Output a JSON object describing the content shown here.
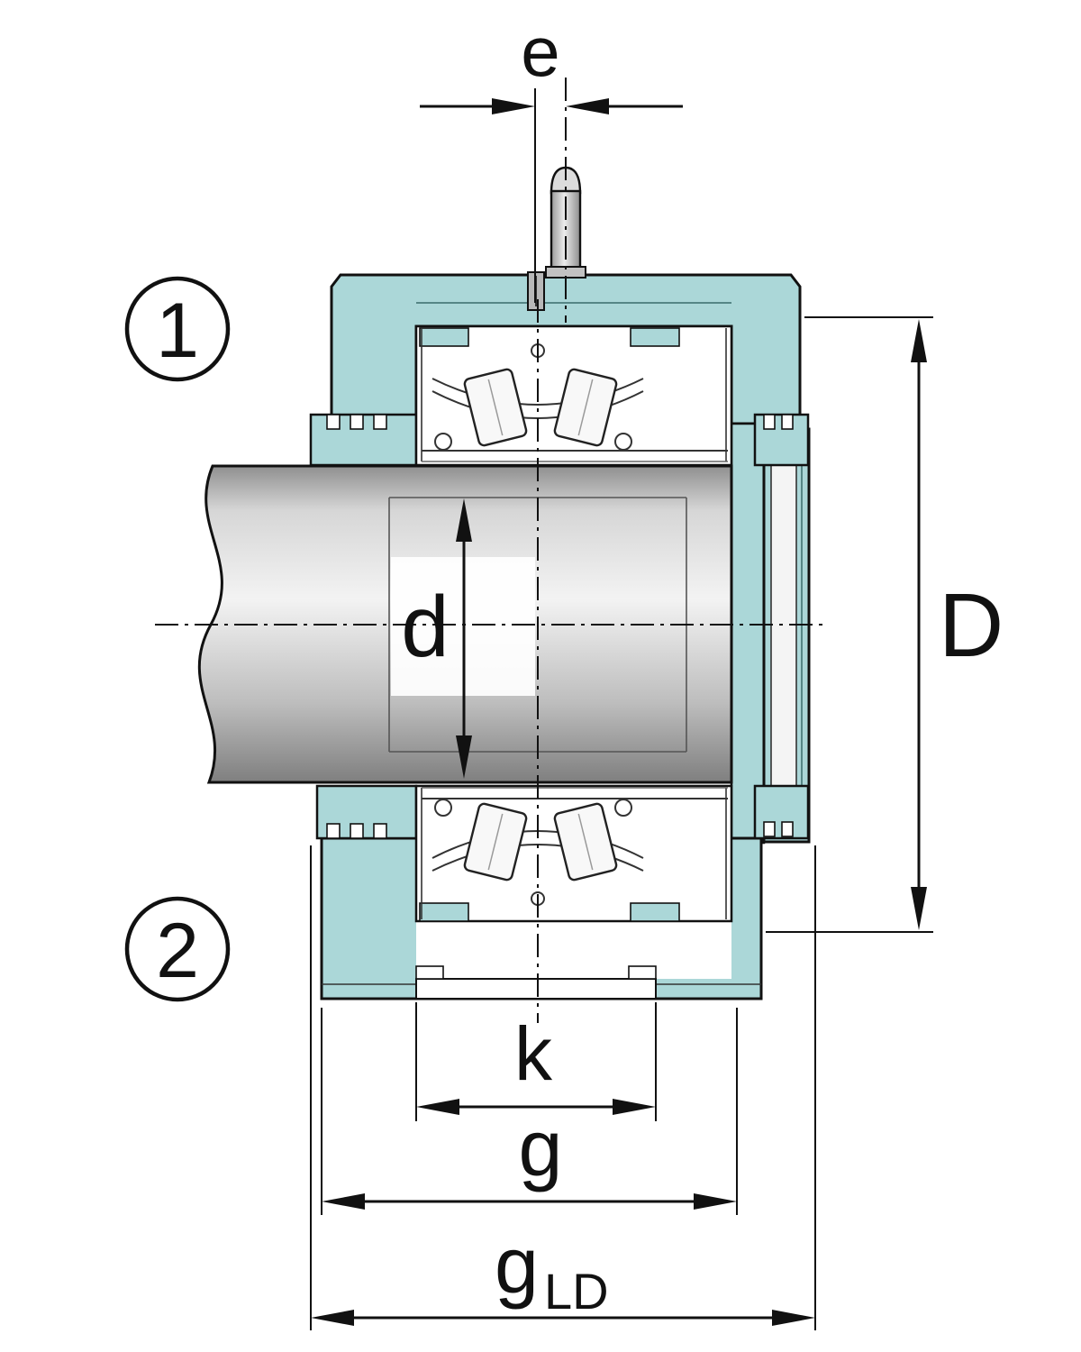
{
  "drawing": {
    "callout_1": "1",
    "callout_2": "2",
    "dim_e": "e",
    "dim_d": "d",
    "dim_D": "D",
    "dim_k": "k",
    "dim_g": "g",
    "dim_gld_main": "g",
    "dim_gld_sub": "LD"
  },
  "colors": {
    "housing_teal": "#abd7d8",
    "outline": "#111111",
    "metal_light": "#f2f2f2",
    "shaft_gray": "#c7c7c7",
    "background": "#ffffff"
  }
}
